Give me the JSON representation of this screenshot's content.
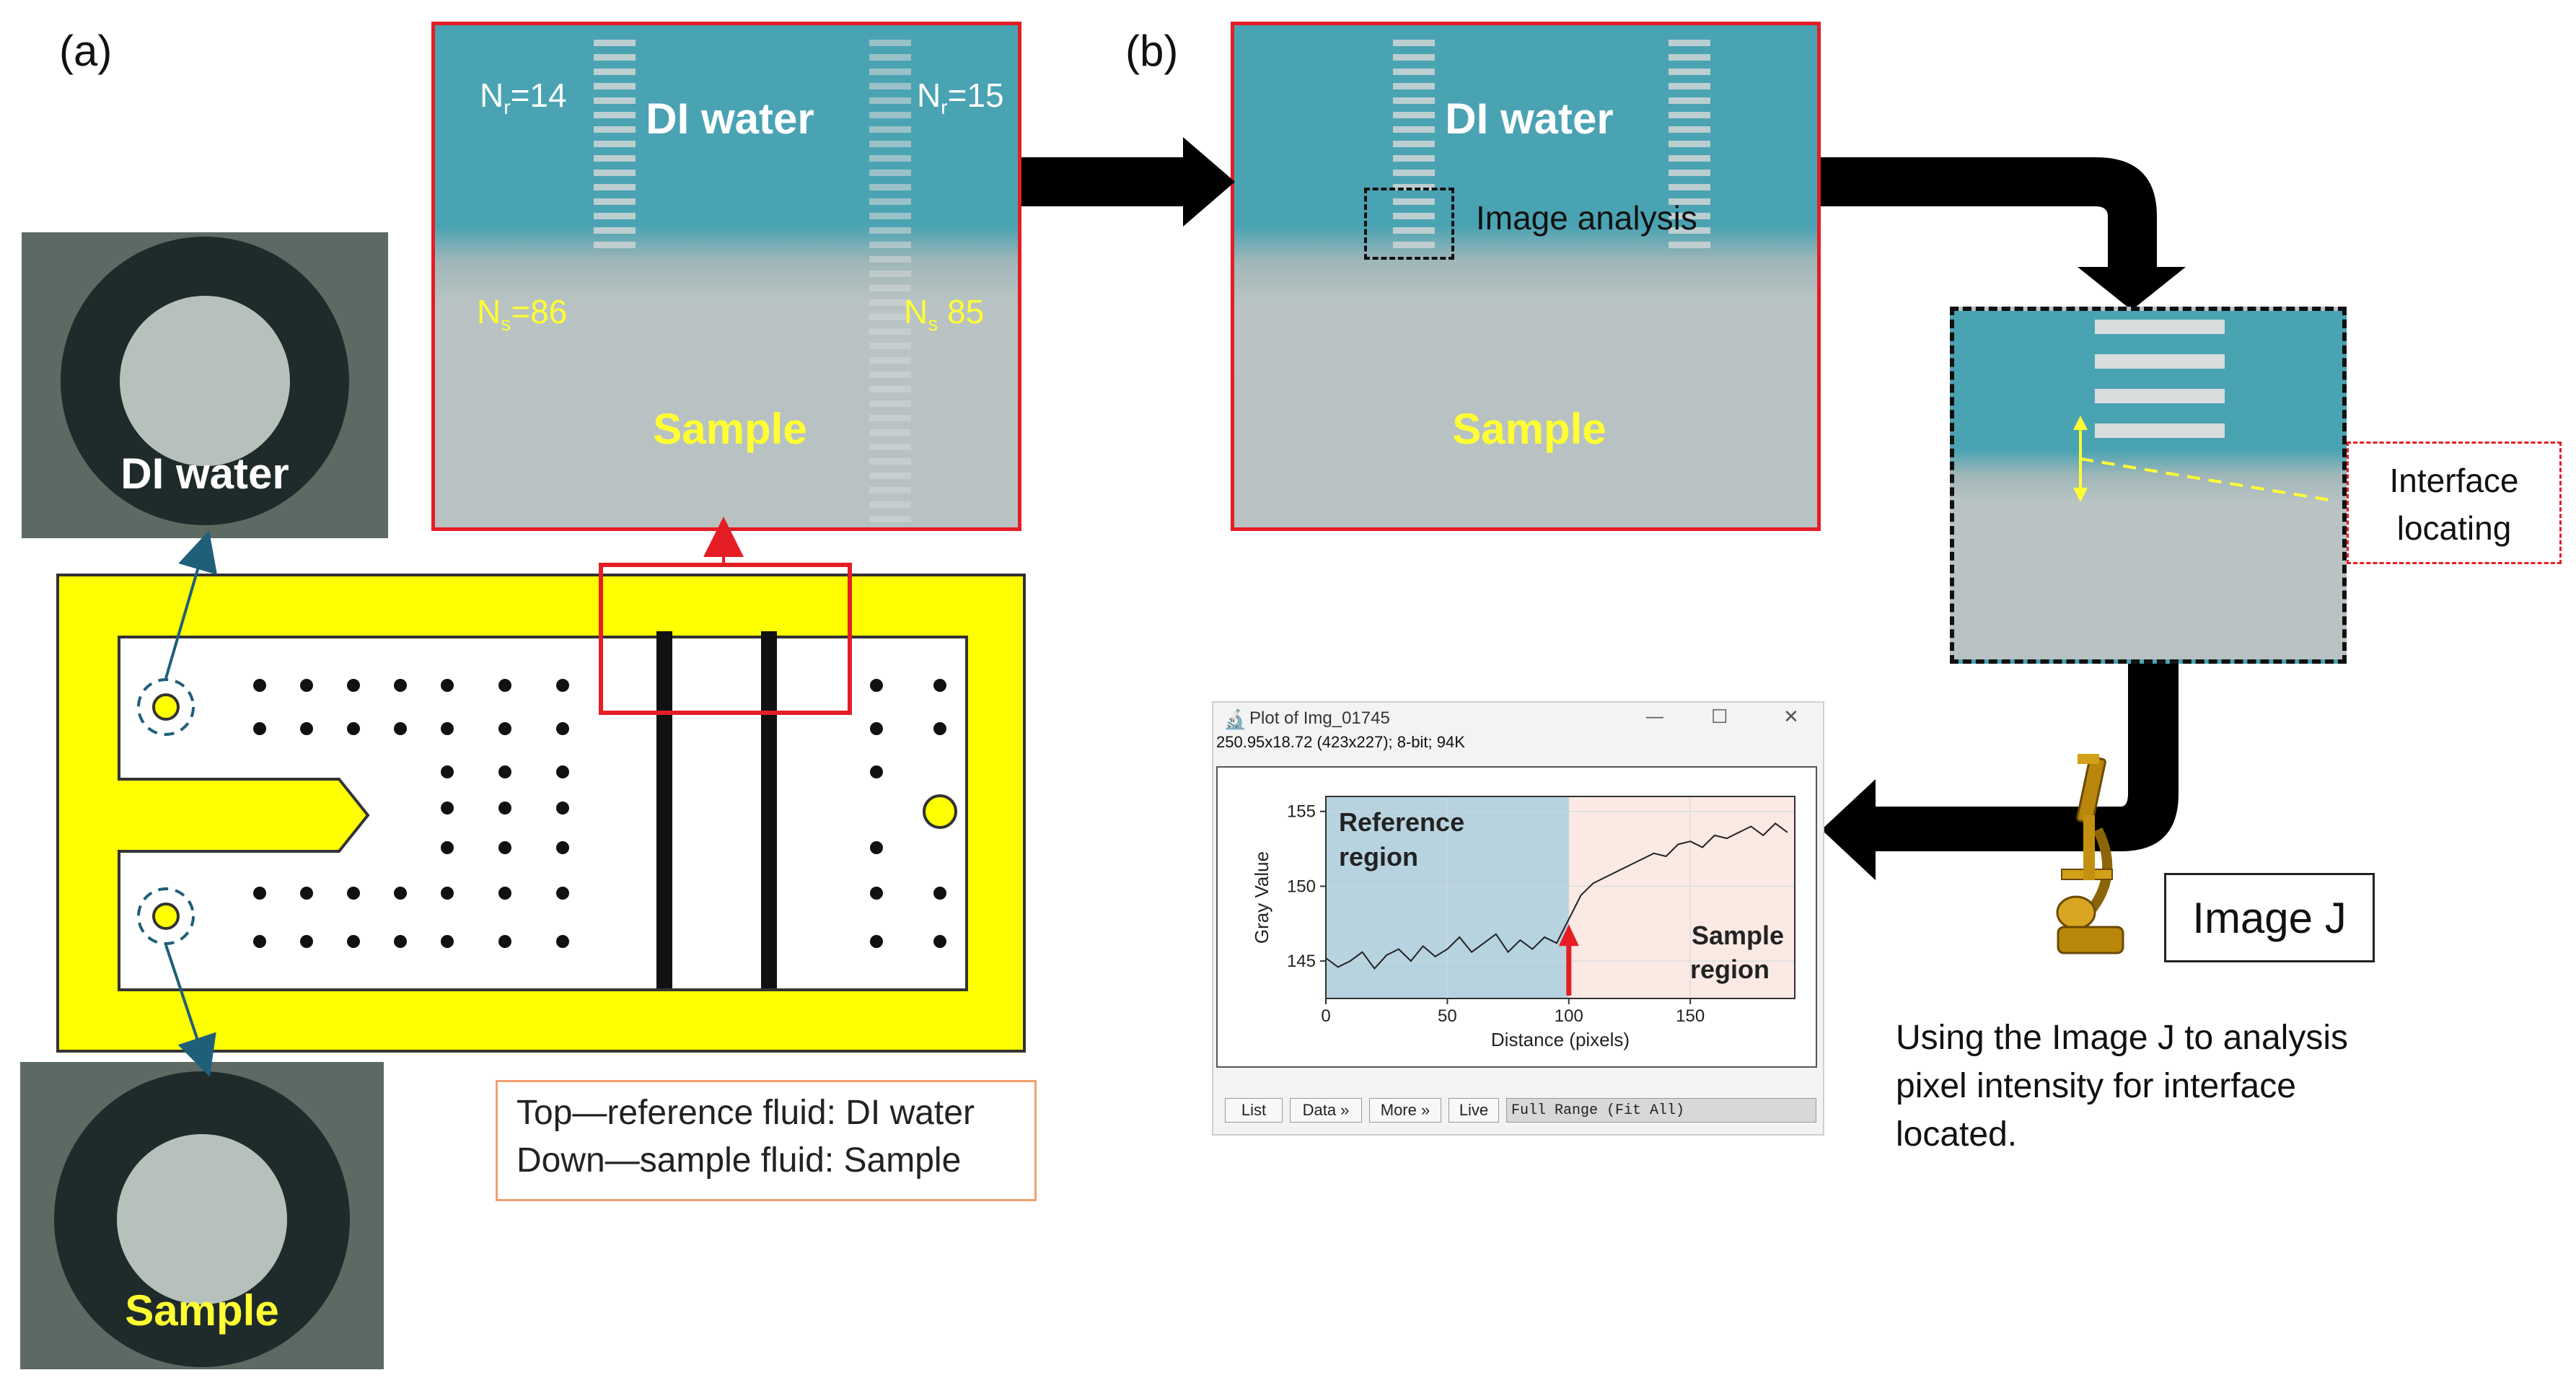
{
  "panel_labels": {
    "a": "(a)",
    "b": "(b)"
  },
  "micrograph_a": {
    "top_fluid": "DI water",
    "bottom_fluid": "Sample",
    "nr_left": {
      "main": "N",
      "sub": "r",
      "value": "=14"
    },
    "nr_right": {
      "main": "N",
      "sub": "r",
      "value": "=15"
    },
    "ns_left": {
      "main": "N",
      "sub": "s",
      "value": "=86"
    },
    "ns_right": {
      "main": "N",
      "sub": "s",
      "value": " 85"
    }
  },
  "micrograph_b": {
    "top_fluid": "DI water",
    "bottom_fluid": "Sample",
    "roi_label": "Image analysis"
  },
  "well_photos": {
    "top": "DI water",
    "bottom": "Sample"
  },
  "legend_note": {
    "line1": "Top—reference fluid: DI water",
    "line2": "Down—sample fluid: Sample"
  },
  "zoom_callout": {
    "label_line1": "Interface",
    "label_line2": "locating"
  },
  "imagej": {
    "label": "Image J",
    "description_line1": "Using the Image J to analysis",
    "description_line2": "pixel intensity for interface",
    "description_line3": "located."
  },
  "plot_window": {
    "title": "Plot of Img_01745",
    "info": "250.95x18.72  (423x227); 8-bit; 94K",
    "minimize": "—",
    "maximize": "☐",
    "close": "✕",
    "buttons": [
      "List",
      "Data »",
      "More »",
      "Live"
    ],
    "range_field": "Full Range (Fit All)"
  },
  "chart_data": {
    "type": "line",
    "xlabel": "Distance (pixels)",
    "ylabel": "Gray Value",
    "xlim": [
      0,
      193
    ],
    "ylim": [
      142.5,
      156
    ],
    "xticks": [
      0,
      50,
      100,
      150
    ],
    "yticks": [
      145,
      150,
      155
    ],
    "regions": [
      {
        "name": "Reference region",
        "line1": "Reference",
        "line2": "region",
        "x_range": [
          0,
          100
        ],
        "color": "#b7d3e0"
      },
      {
        "name": "Sample region",
        "line1": "Sample",
        "line2": "region",
        "x_range": [
          100,
          193
        ],
        "color": "#fbe9e4"
      }
    ],
    "interface_x": 100,
    "series": [
      {
        "x": [
          0,
          5,
          10,
          15,
          20,
          25,
          30,
          35,
          40,
          45,
          50,
          55,
          60,
          65,
          70,
          75,
          80,
          85,
          90,
          95,
          100,
          105,
          110,
          115,
          120,
          125,
          130,
          135,
          140,
          145,
          150,
          155,
          160,
          165,
          170,
          175,
          180,
          185,
          190
        ],
        "y": [
          145.2,
          144.6,
          145.0,
          145.6,
          144.5,
          145.4,
          145.8,
          145.0,
          146.0,
          145.3,
          145.8,
          146.6,
          145.6,
          146.2,
          146.8,
          145.6,
          146.4,
          145.8,
          146.6,
          146.2,
          147.8,
          149.4,
          150.2,
          150.6,
          151.0,
          151.4,
          151.8,
          152.2,
          152.0,
          152.8,
          153.0,
          152.6,
          153.4,
          153.2,
          153.6,
          154.0,
          153.4,
          154.2,
          153.6
        ]
      }
    ]
  }
}
